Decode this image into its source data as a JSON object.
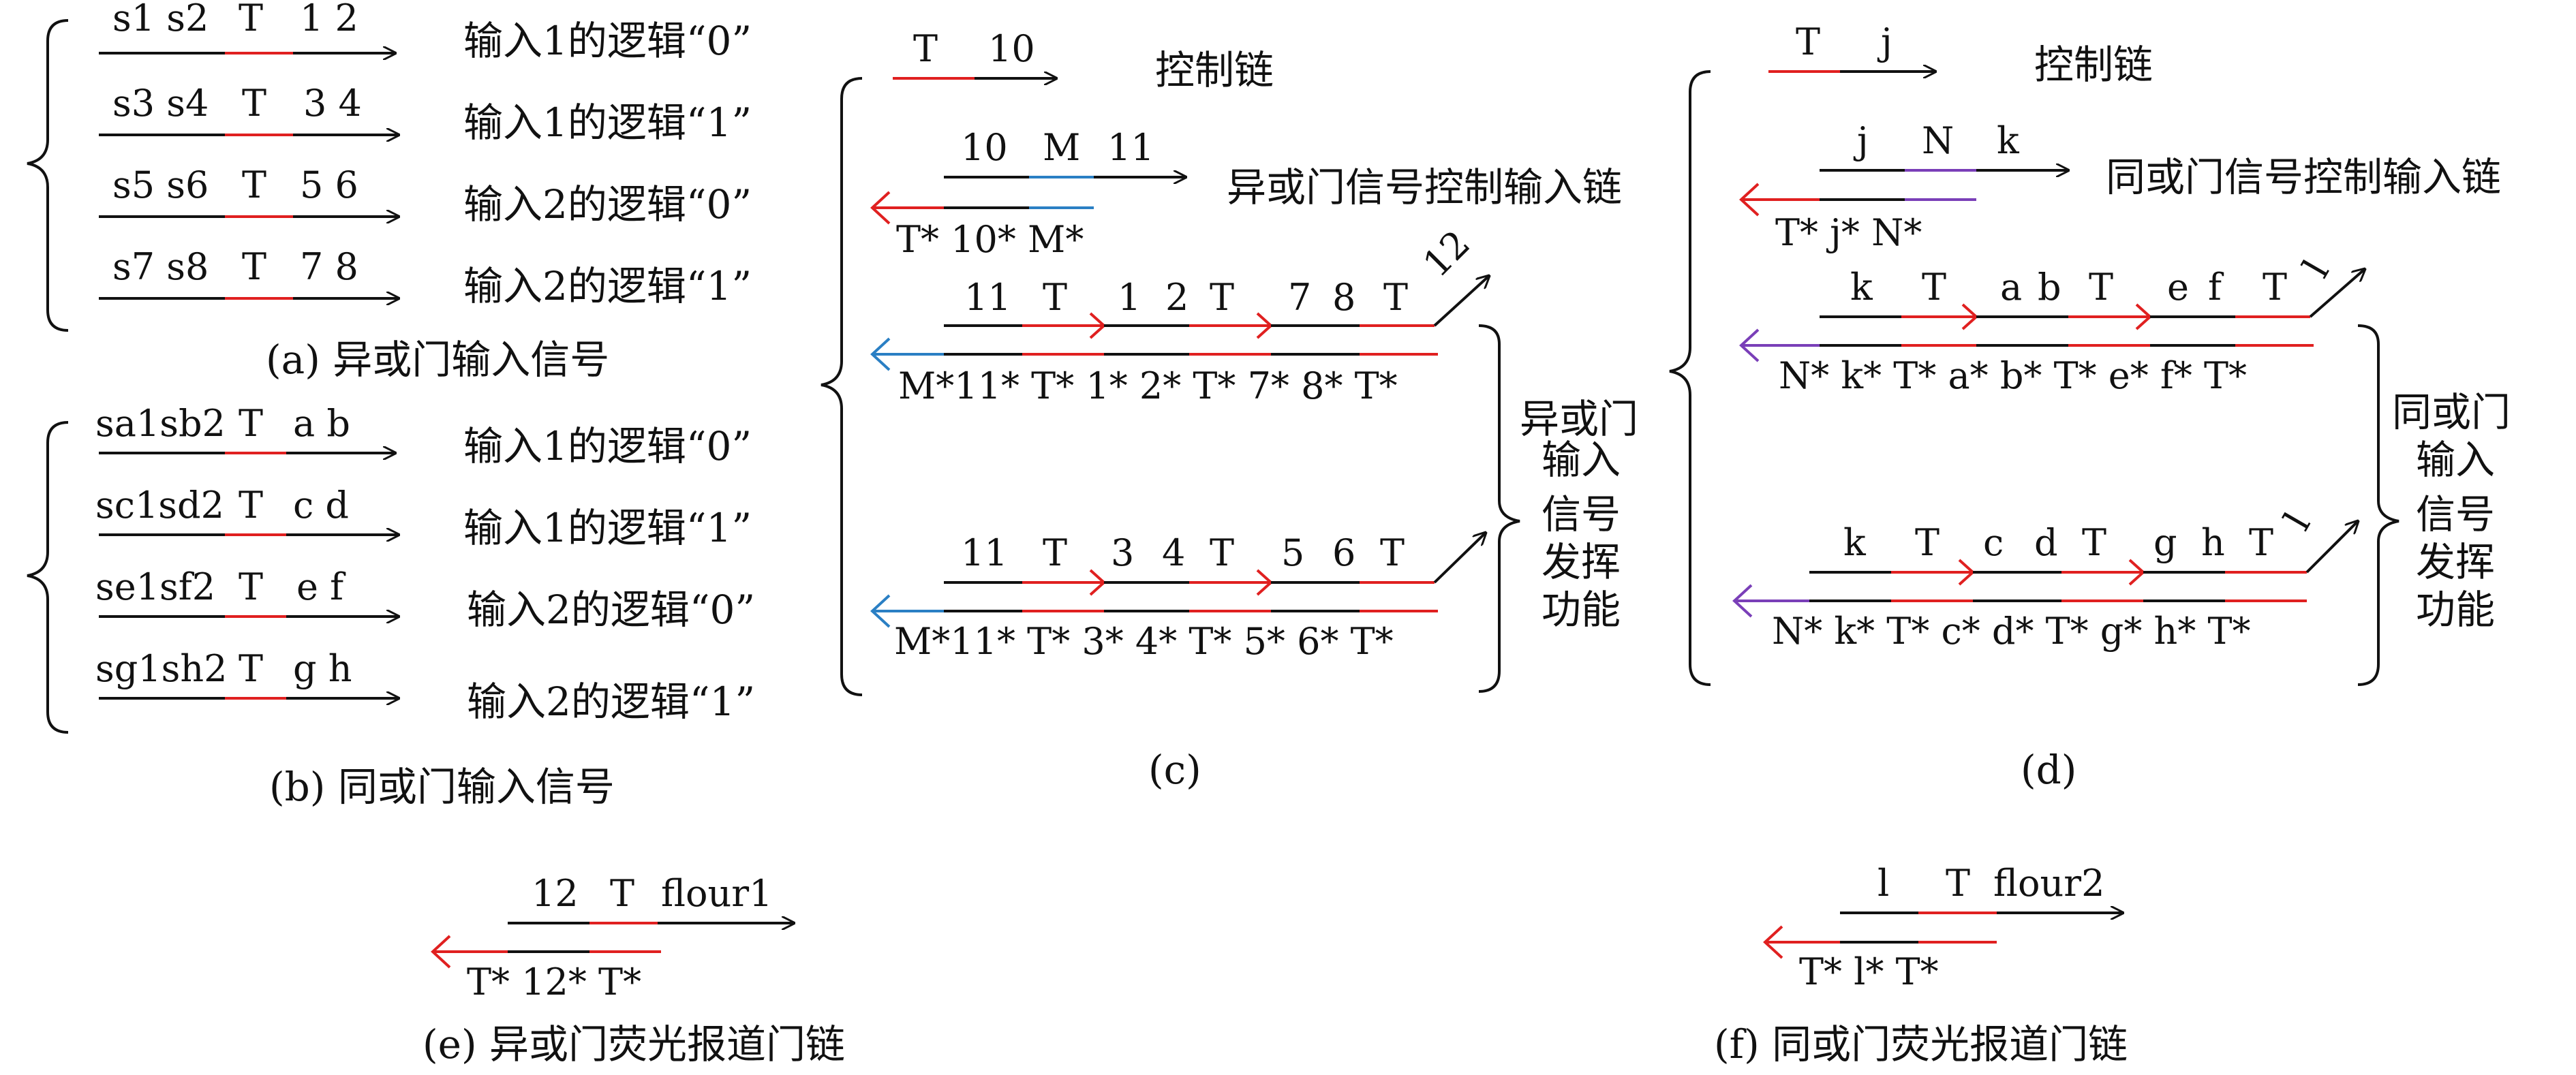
{
  "colors": {
    "black": "#111111",
    "red": "#e02020",
    "blue": "#2a7fc4",
    "purple": "#7a3fb8"
  },
  "panel_a": {
    "caption": "(a) 异或门输入信号",
    "strands": [
      {
        "domains": [
          "s1 s2",
          "T",
          "1 2"
        ],
        "label": "输入1的逻辑“0”"
      },
      {
        "domains": [
          "s3 s4",
          "T",
          "3 4"
        ],
        "label": "输入1的逻辑“1”"
      },
      {
        "domains": [
          "s5 s6",
          "T",
          "5 6"
        ],
        "label": "输入2的逻辑“0”"
      },
      {
        "domains": [
          "s7 s8",
          "T",
          "7 8"
        ],
        "label": "输入2的逻辑“1”"
      }
    ]
  },
  "panel_b": {
    "caption": "(b) 同或门输入信号",
    "strands": [
      {
        "domains": [
          "sa1sb2",
          "T",
          "a b"
        ],
        "label": "输入1的逻辑“0”"
      },
      {
        "domains": [
          "sc1sd2",
          "T",
          "c d"
        ],
        "label": "输入1的逻辑“1”"
      },
      {
        "domains": [
          "se1sf2",
          "T",
          "e f"
        ],
        "label": "输入2的逻辑“0”"
      },
      {
        "domains": [
          "sg1sh2",
          "T",
          "g h"
        ],
        "label": "输入2的逻辑“1”"
      }
    ]
  },
  "panel_c": {
    "caption": "(c)",
    "control_chain": {
      "top": [
        "T",
        "10"
      ],
      "label": "控制链"
    },
    "input_control": {
      "top": [
        "10",
        "M",
        "11"
      ],
      "bottom": "T* 10* M*",
      "label": "异或门信号控制输入链"
    },
    "gate1": {
      "top": [
        "11",
        "T",
        "1",
        "2",
        "T",
        "7",
        "8",
        "T"
      ],
      "bottom": "M*11* T* 1* 2* T* 7* 8* T*",
      "tail": "12"
    },
    "gate2": {
      "top": [
        "11",
        "T",
        "3",
        "4",
        "T",
        "5",
        "6",
        "T"
      ],
      "bottom": "M*11* T* 3* 4* T* 5* 6* T*"
    },
    "function_label": [
      "异或门",
      "输入",
      "信号",
      "发挥",
      "功能"
    ]
  },
  "panel_d": {
    "caption": "(d)",
    "control_chain": {
      "top": [
        "T",
        "j"
      ],
      "label": "控制链"
    },
    "input_control": {
      "top": [
        "j",
        "N",
        "k"
      ],
      "bottom": "T*  j*  N*",
      "label": "同或门信号控制输入链"
    },
    "gate1": {
      "top": [
        "k",
        "T",
        "a",
        "b",
        "T",
        "e",
        "f",
        "T"
      ],
      "bottom": "N* k*  T* a* b* T* e* f* T*",
      "tail": "l"
    },
    "gate2": {
      "top": [
        "k",
        "T",
        "c",
        "d",
        "T",
        "g",
        "h",
        "T"
      ],
      "bottom": "N* k*  T* c* d* T* g* h* T*",
      "tail": "l"
    },
    "function_label": [
      "同或门",
      "输入",
      "信号",
      "发挥",
      "功能"
    ]
  },
  "panel_e": {
    "caption": "(e) 异或门荧光报道门链",
    "top": [
      "12",
      "T",
      "flour1"
    ],
    "bottom": "T* 12*  T*"
  },
  "panel_f": {
    "caption": "(f) 同或门荧光报道门链",
    "top": [
      "l",
      "T",
      "flour2"
    ],
    "bottom": "T*  l*    T*"
  }
}
